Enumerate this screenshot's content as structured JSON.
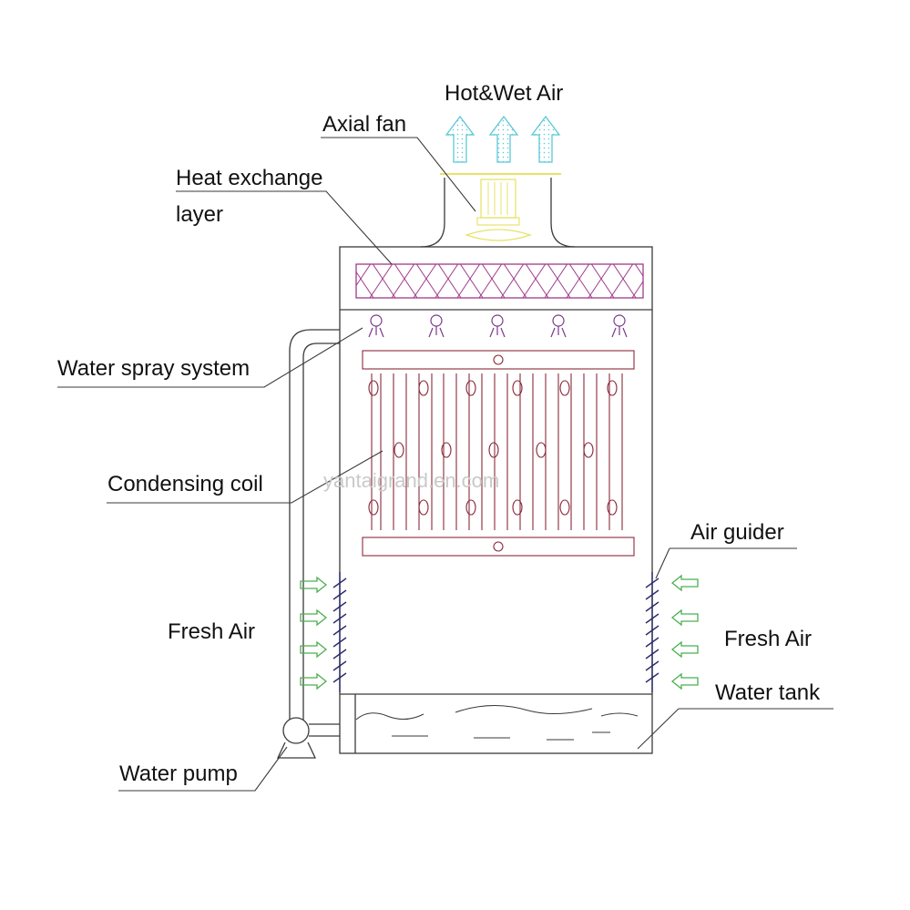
{
  "labels": {
    "hot_wet_air": "Hot&Wet Air",
    "axial_fan": "Axial fan",
    "heat_exchange_1": "Heat exchange",
    "heat_exchange_2": "layer",
    "water_spray": "Water spray system",
    "condensing_coil": "Condensing coil",
    "air_guider": "Air guider",
    "fresh_air_left": "Fresh Air",
    "fresh_air_right": "Fresh Air",
    "water_tank": "Water tank",
    "water_pump": "Water pump"
  },
  "watermark": "yantaigrand.en.com",
  "colors": {
    "outline": "#3a3a3a",
    "exhaust_arrow": "#5bc8d8",
    "fan": "#e8e36a",
    "fill_media": "#a03a8a",
    "nozzle": "#7a3a8a",
    "coil": "#8a2a3a",
    "fresh_air_arrow": "#4caf50",
    "guider": "#2a2a6a"
  }
}
